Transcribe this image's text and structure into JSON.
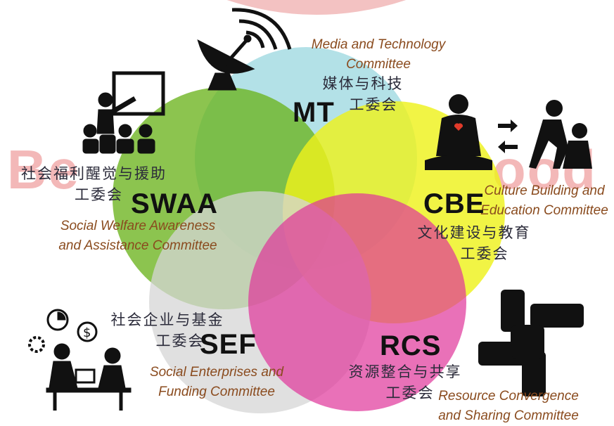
{
  "watermark": {
    "left": "Be",
    "right": "ood"
  },
  "committees": {
    "mt": {
      "abbr": "MT",
      "en_line1": "Media and Technology",
      "en_line2": "Committee",
      "zh_line1": "媒体与科技",
      "zh_line2": "工委会",
      "color": "#8fd3dc"
    },
    "swaa": {
      "abbr": "SWAA",
      "en_line1": "Social Welfare Awareness",
      "en_line2": "and Assistance Committee",
      "zh_line1": "社会福利醒觉与援助",
      "zh_line2": "工委会",
      "color": "#6cb41e"
    },
    "cbe": {
      "abbr": "CBE",
      "en_line1": "Culture Building and",
      "en_line2": "Education Committee",
      "zh_line1": "文化建设与教育",
      "zh_line2": "工委会",
      "color": "#eef21c"
    },
    "sef": {
      "abbr": "SEF",
      "en_line1": "Social Enterprises and",
      "en_line2": "Funding Committee",
      "zh_line1": "社会企业与基金",
      "zh_line2": "工委会",
      "color": "#d6d6d6"
    },
    "rcs": {
      "abbr": "RCS",
      "en_line1": "Resource Convergence",
      "en_line2": "and Sharing Committee",
      "zh_line1": "资源整合与共享",
      "zh_line2": "工委会",
      "color": "#e0359a"
    }
  },
  "icons": [
    "satellite-dish-icon",
    "teacher-audience-icon",
    "meditation-heart-icon",
    "exchange-arrows-icon",
    "helping-hand-icon",
    "business-meeting-icon",
    "joined-hands-icon"
  ]
}
